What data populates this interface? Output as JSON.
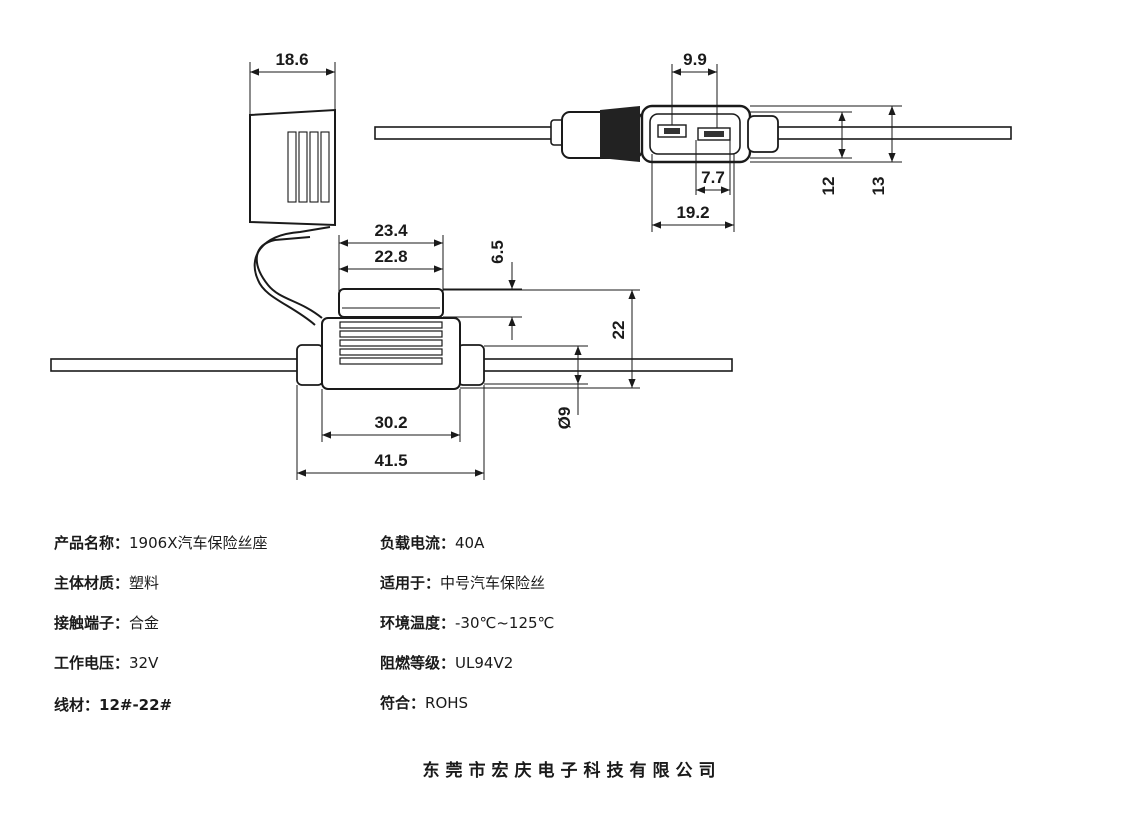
{
  "dimensions": {
    "cap_width": "18.6",
    "end_width": "9.9",
    "terminal_gap": "7.7",
    "end_outer": "19.2",
    "end_height_12": "12",
    "end_height_13": "13",
    "top_outer": "23.4",
    "top_inner": "22.8",
    "top_lip": "6.5",
    "body_height": "22",
    "body_length": "30.2",
    "overall_length": "41.5",
    "wire_diameter": "Ø9"
  },
  "specs_left": [
    {
      "key": "产品名称：",
      "value": "1906X汽车保险丝座"
    },
    {
      "key": "主体材质：",
      "value": "塑料"
    },
    {
      "key": "接触端子：",
      "value": "合金"
    },
    {
      "key": "工作电压：",
      "value": "32V"
    },
    {
      "key": "线材：",
      "value": "12#-22#"
    }
  ],
  "specs_right": [
    {
      "key": "负载电流：",
      "value": "40A"
    },
    {
      "key": "适用于：",
      "value": "中号汽车保险丝"
    },
    {
      "key": "环境温度：",
      "value": "-30℃~125℃"
    },
    {
      "key": "阻燃等级：",
      "value": "UL94V2"
    },
    {
      "key": "符合：",
      "value": "ROHS"
    }
  ],
  "company": "东莞市宏庆电子科技有限公司"
}
